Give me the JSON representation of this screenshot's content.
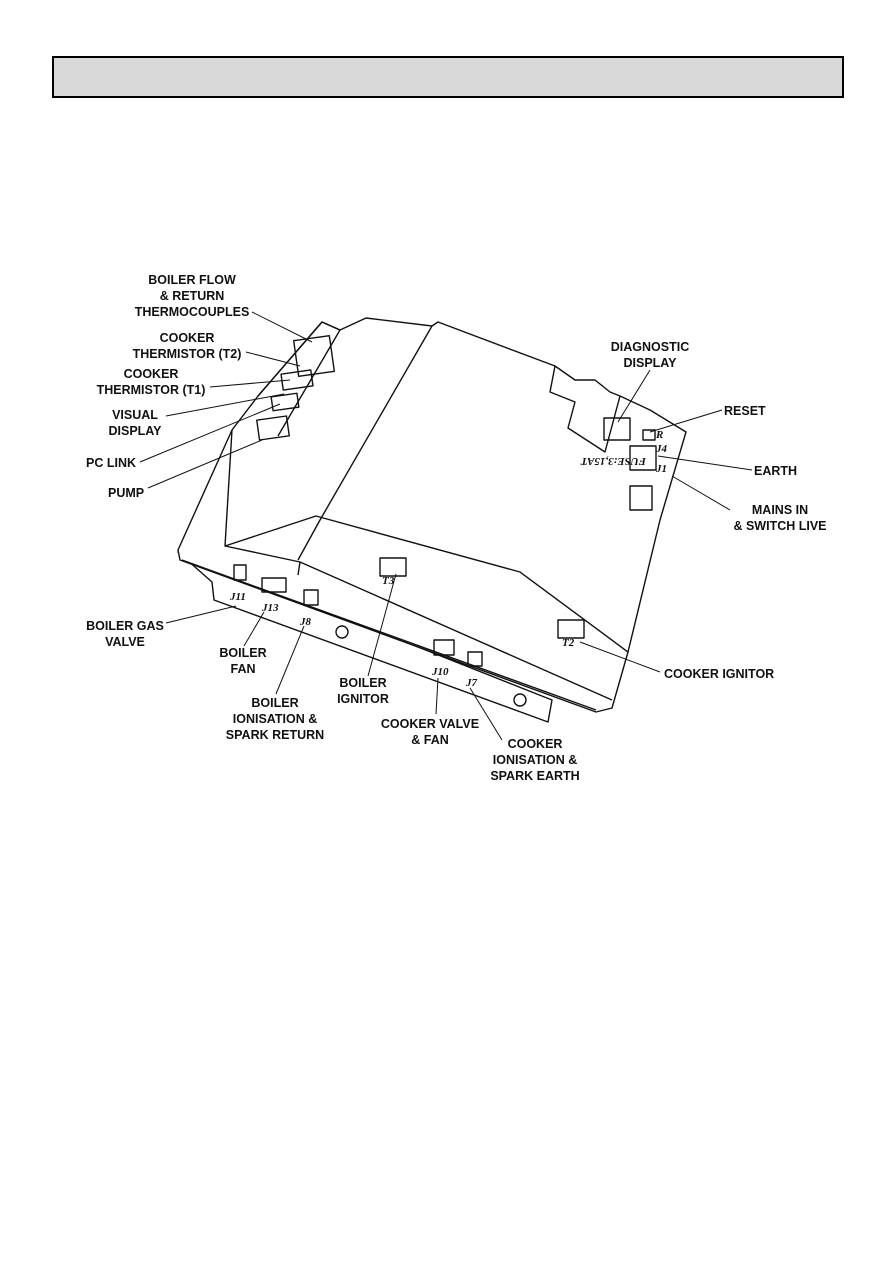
{
  "header": {
    "title": ""
  },
  "diagram": {
    "labels": {
      "boiler_flow": [
        "BOILER FLOW",
        "& RETURN",
        "THERMOCOUPLES"
      ],
      "cooker_t2": [
        "COOKER",
        "THERMISTOR (T2)"
      ],
      "cooker_t1": [
        "COOKER",
        "THERMISTOR (T1)"
      ],
      "visual_display": [
        "VISUAL",
        "DISPLAY"
      ],
      "pc_link": [
        "PC LINK"
      ],
      "pump": [
        "PUMP"
      ],
      "diagnostic_display": [
        "DIAGNOSTIC",
        "DISPLAY"
      ],
      "reset": [
        "RESET"
      ],
      "earth": [
        "EARTH"
      ],
      "mains_in": [
        "MAINS IN",
        "& SWITCH LIVE"
      ],
      "boiler_gas_valve": [
        "BOILER GAS",
        "VALVE"
      ],
      "boiler_fan": [
        "BOILER",
        "FAN"
      ],
      "boiler_ionisation": [
        "BOILER",
        "IONISATION &",
        "SPARK RETURN"
      ],
      "boiler_ignitor": [
        "BOILER",
        "IGNITOR"
      ],
      "cooker_valve_fan": [
        "COOKER VALVE",
        "& FAN"
      ],
      "cooker_ionisation": [
        "COOKER",
        "IONISATION &",
        "SPARK EARTH"
      ],
      "cooker_ignitor": [
        "COOKER IGNITOR"
      ]
    },
    "connectors": {
      "j11": "J11",
      "j13": "J13",
      "j8": "J8",
      "j10": "J10",
      "j7": "J7",
      "t3": "T3",
      "t2": "T2",
      "j4": "J4",
      "j1": "J1",
      "fuse": "FUSE:3,15AT",
      "r": "R"
    }
  }
}
